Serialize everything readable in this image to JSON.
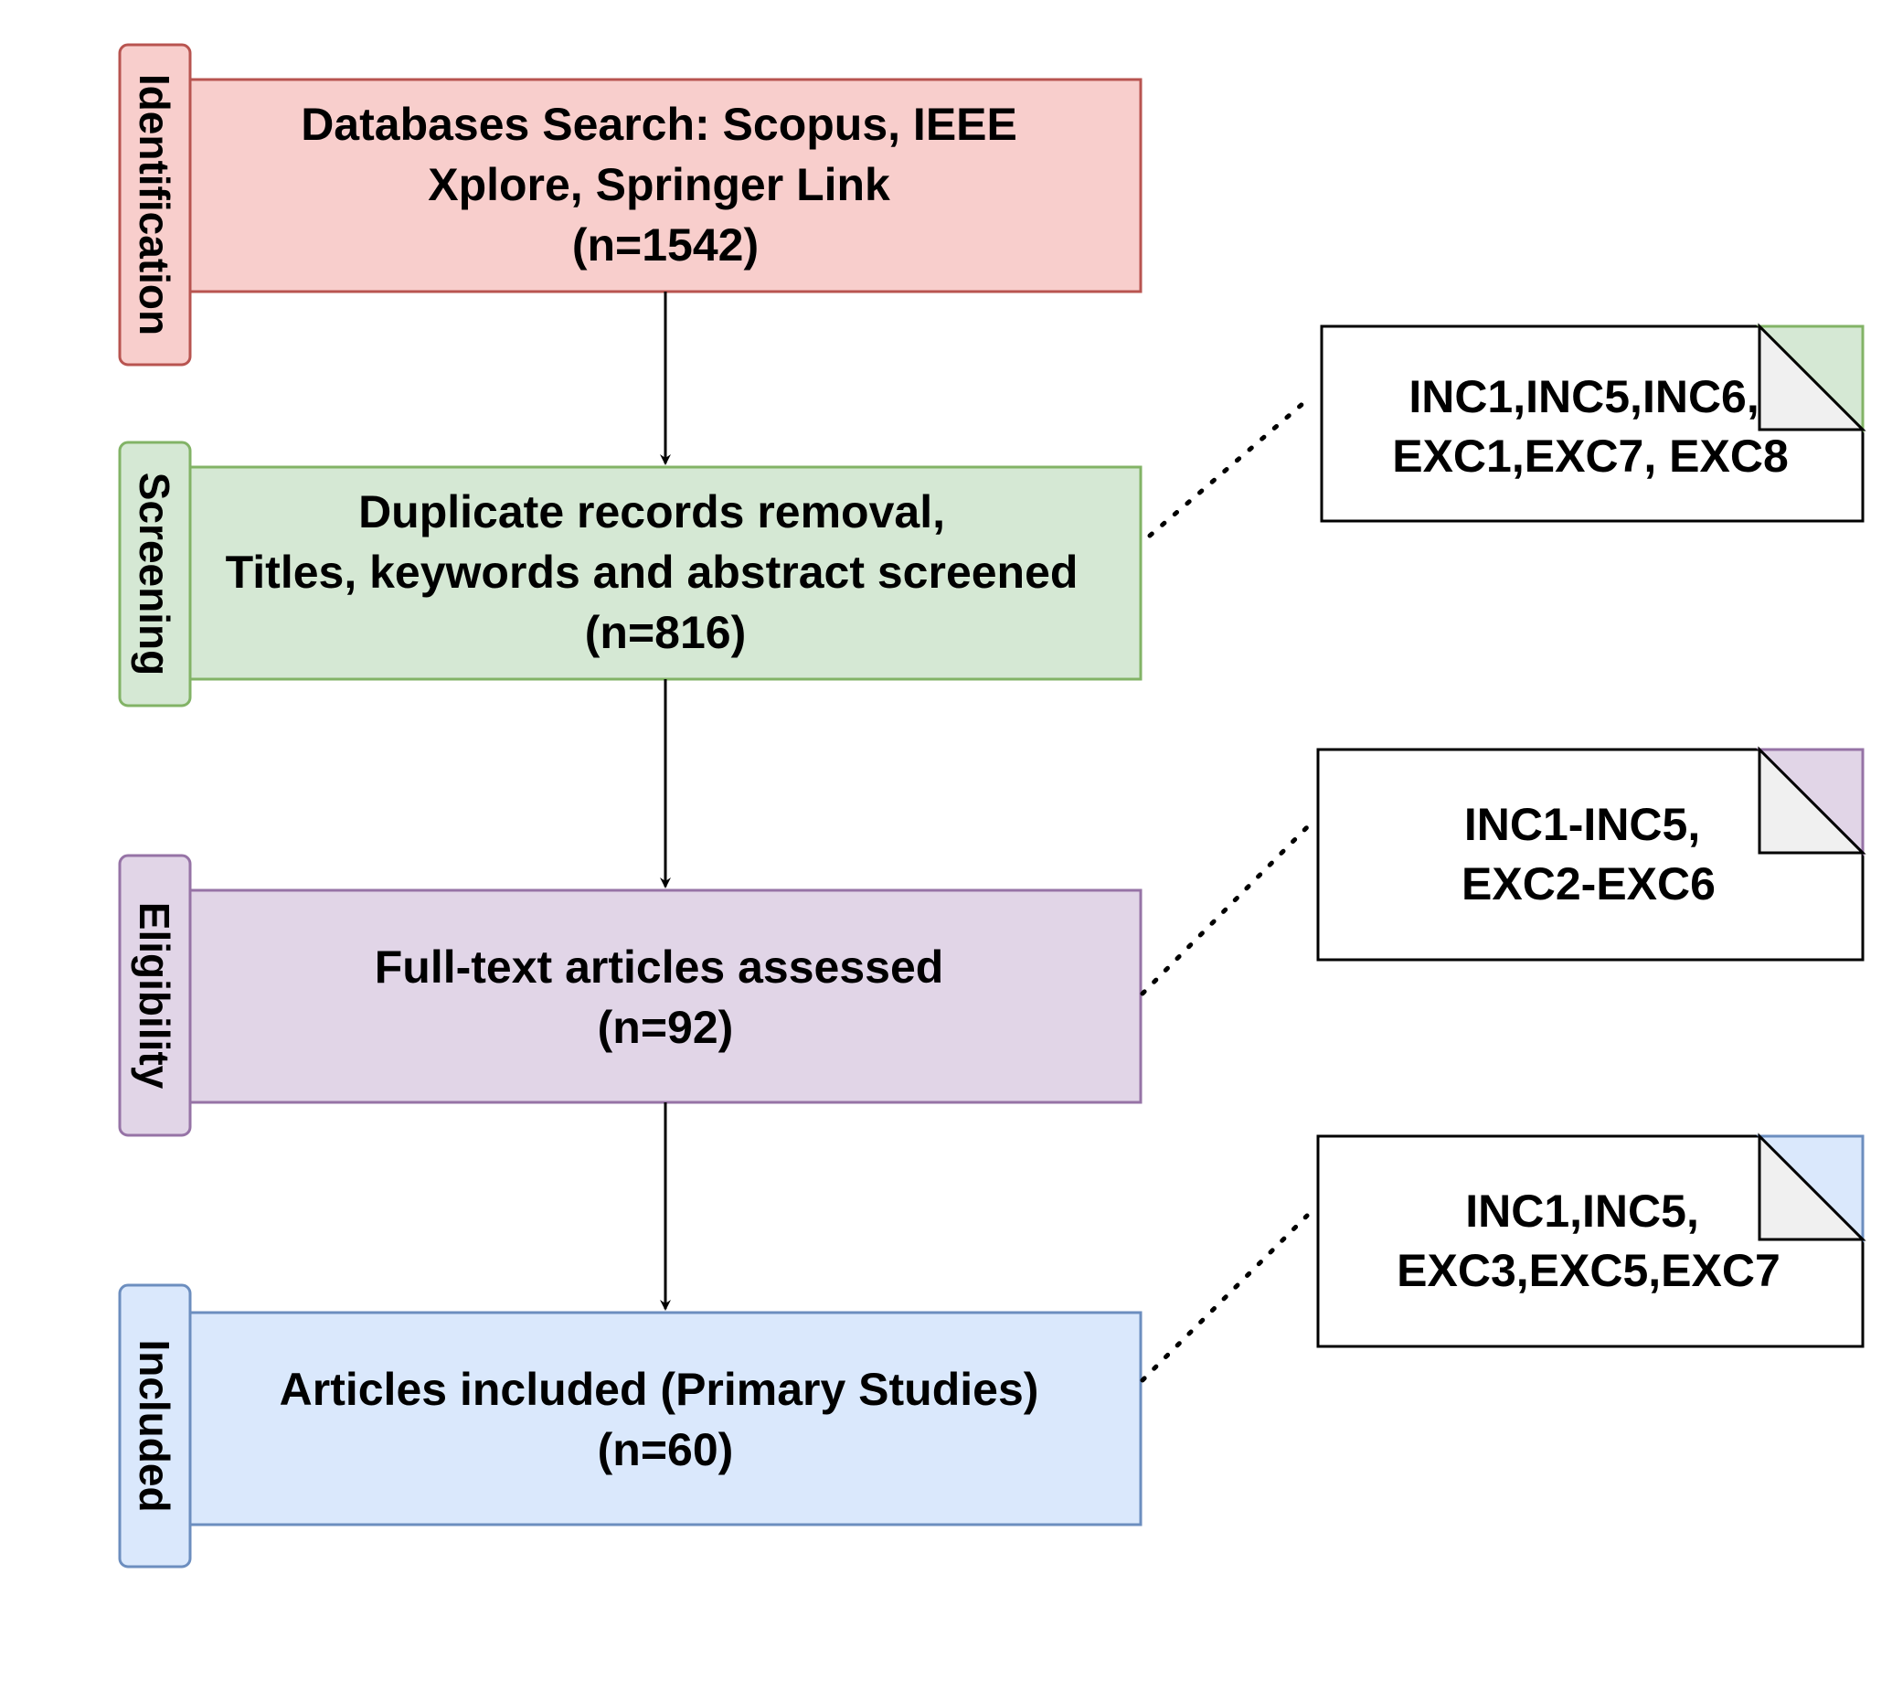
{
  "stages": [
    {
      "label": "Identification",
      "fill": "#f8cecc",
      "stroke": "#b85450",
      "lines": [
        "Databases Search: Scopus, IEEE",
        "Xplore, Springer Link",
        "(n=1542)"
      ]
    },
    {
      "label": "Screening",
      "fill": "#d5e8d4",
      "stroke": "#82b366",
      "lines": [
        "Duplicate records removal,",
        "Titles, keywords and abstract screened",
        "(n=816)"
      ]
    },
    {
      "label": "Eligibility",
      "fill": "#e1d5e7",
      "stroke": "#9673a6",
      "lines": [
        "Full-text articles assessed",
        "(n=92)"
      ]
    },
    {
      "label": "Included",
      "fill": "#dae8fc",
      "stroke": "#6c8ebf",
      "lines": [
        "Articles included (Primary Studies)",
        "(n=60)"
      ]
    }
  ],
  "notes": [
    {
      "lines": [
        "INC1,INC5,INC6,",
        "EXC1,EXC7, EXC8"
      ],
      "corner_color": "#d5e8d4",
      "corner_stroke": "#82b366"
    },
    {
      "lines": [
        "INC1-INC5,",
        "EXC2-EXC6"
      ],
      "corner_color": "#e1d5e7",
      "corner_stroke": "#9673a6"
    },
    {
      "lines": [
        "INC1,INC5,",
        "EXC3,EXC5,EXC7"
      ],
      "corner_color": "#dae8fc",
      "corner_stroke": "#6c8ebf"
    }
  ]
}
